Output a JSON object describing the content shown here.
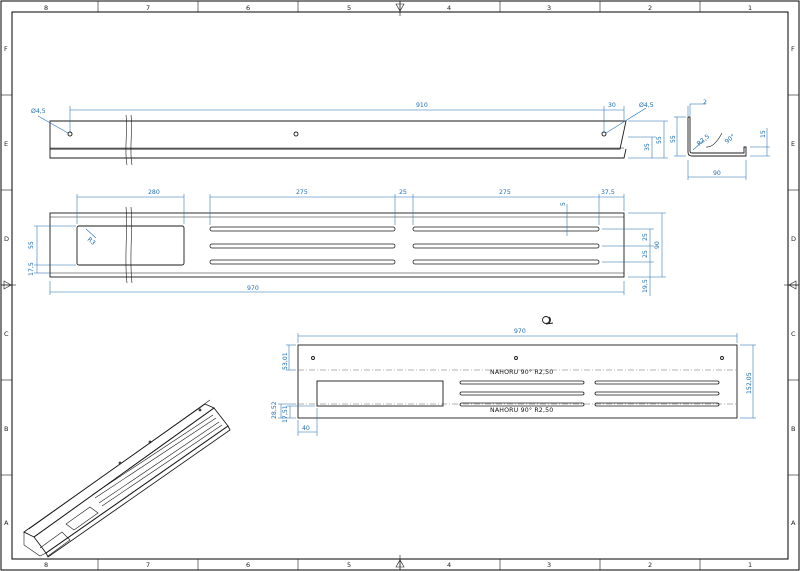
{
  "sheet": {
    "zones_columns": [
      "8",
      "7",
      "6",
      "5",
      "4",
      "3",
      "2",
      "1"
    ],
    "zones_rows": [
      "F",
      "E",
      "D",
      "C",
      "B",
      "A"
    ]
  },
  "top_view": {
    "dims": {
      "hole_dia_left": "Ø4,5",
      "hole_dia_right": "Ø4,5",
      "overall_holes": "910",
      "edge_offset": "30",
      "height_outer": "55",
      "height_inner": "35"
    }
  },
  "section_view": {
    "dims": {
      "thickness": "2",
      "bend_radius": "R2,5",
      "angle": "90°",
      "lip": "15",
      "height": "55",
      "width": "90"
    }
  },
  "front_view": {
    "dims": {
      "cutout_width": "280",
      "slot_length_left": "275",
      "slot_gap": "25",
      "slot_length_right": "275",
      "end_margin": "37,5",
      "slot_width": "5",
      "cutout_radius": "R3",
      "cutout_height": "55",
      "bottom_offset": "17,5",
      "overall_length": "970",
      "slot_pitch_1": "25",
      "slot_pitch_2": "25",
      "depth": "90",
      "bottom_margin": "19,5"
    }
  },
  "flat_pattern": {
    "dims": {
      "overall_length": "970",
      "top_band": "53,01",
      "total_height": "152,05",
      "cutout_offset_a": "28,52",
      "cutout_offset_b": "17,51",
      "left_offset": "40"
    },
    "bend_notes": [
      "NAHORU 90° R2,50",
      "NAHORU 90° R2,50"
    ]
  },
  "colors": {
    "dimension": "#1f6fb5",
    "outline": "#1a1a1a"
  }
}
